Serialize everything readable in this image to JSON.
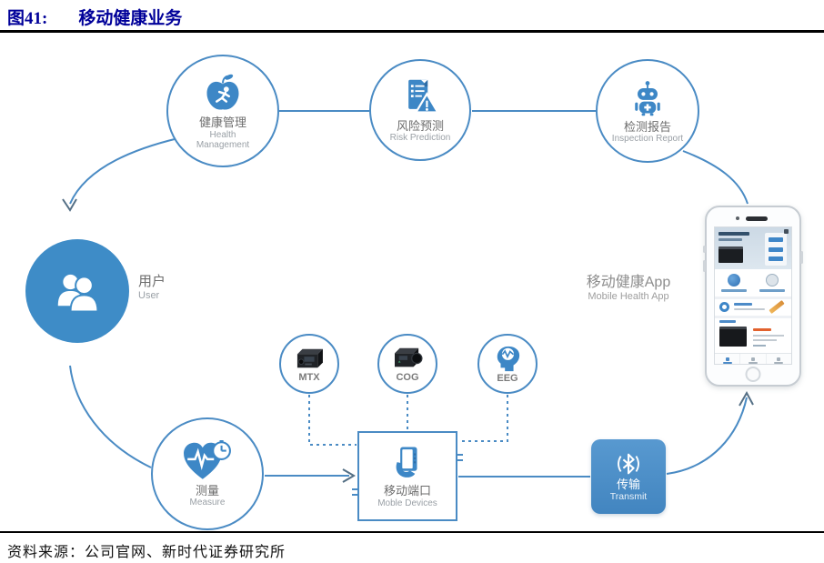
{
  "figure": {
    "label": "图41:",
    "title": "移动健康业务",
    "source": "资料来源：公司官网、新时代证券研究所"
  },
  "nodes": {
    "health_management": {
      "zh": "健康管理",
      "en": "Health Management"
    },
    "risk_prediction": {
      "zh": "风险预测",
      "en": "Risk Prediction"
    },
    "inspection_report": {
      "zh": "检测报告",
      "en": "Inspection Report"
    },
    "user": {
      "zh": "用户",
      "en": "User"
    },
    "mtx": {
      "label": "MTX"
    },
    "cog": {
      "label": "COG"
    },
    "eeg": {
      "label": "EEG"
    },
    "measure": {
      "zh": "测量",
      "en": "Measure"
    },
    "mobile_devices": {
      "zh": "移动端口",
      "en": "Moble Devices"
    },
    "transmit": {
      "zh": "传输",
      "en": "Transmit"
    },
    "mobile_health_app": {
      "zh": "移动健康App",
      "en": "Mobile Health App"
    }
  },
  "icons": {
    "apple-runner-icon": "apple with running figure",
    "risk-document-icon": "document with warning triangle",
    "robot-icon": "medical robot",
    "users-icon": "two person silhouettes",
    "mtx-device-icon": "black monitoring device",
    "cog-device-icon": "black monitoring device with lens",
    "eeg-head-icon": "head profile with brain waves",
    "heart-pulse-icon": "heart with ECG line and stopwatch",
    "tablet-hand-icon": "hand holding tablet",
    "bluetooth-icon": "bluetooth symbol with signal arcs"
  },
  "colors": {
    "accent_blue": "#3d87c6",
    "line_blue": "#4a8bc4",
    "filled_circle_blue": "#3e8cc7",
    "title_navy": "#000099",
    "label_gray": "#6d6d6d",
    "sublabel_gray": "#9aa0a6"
  }
}
